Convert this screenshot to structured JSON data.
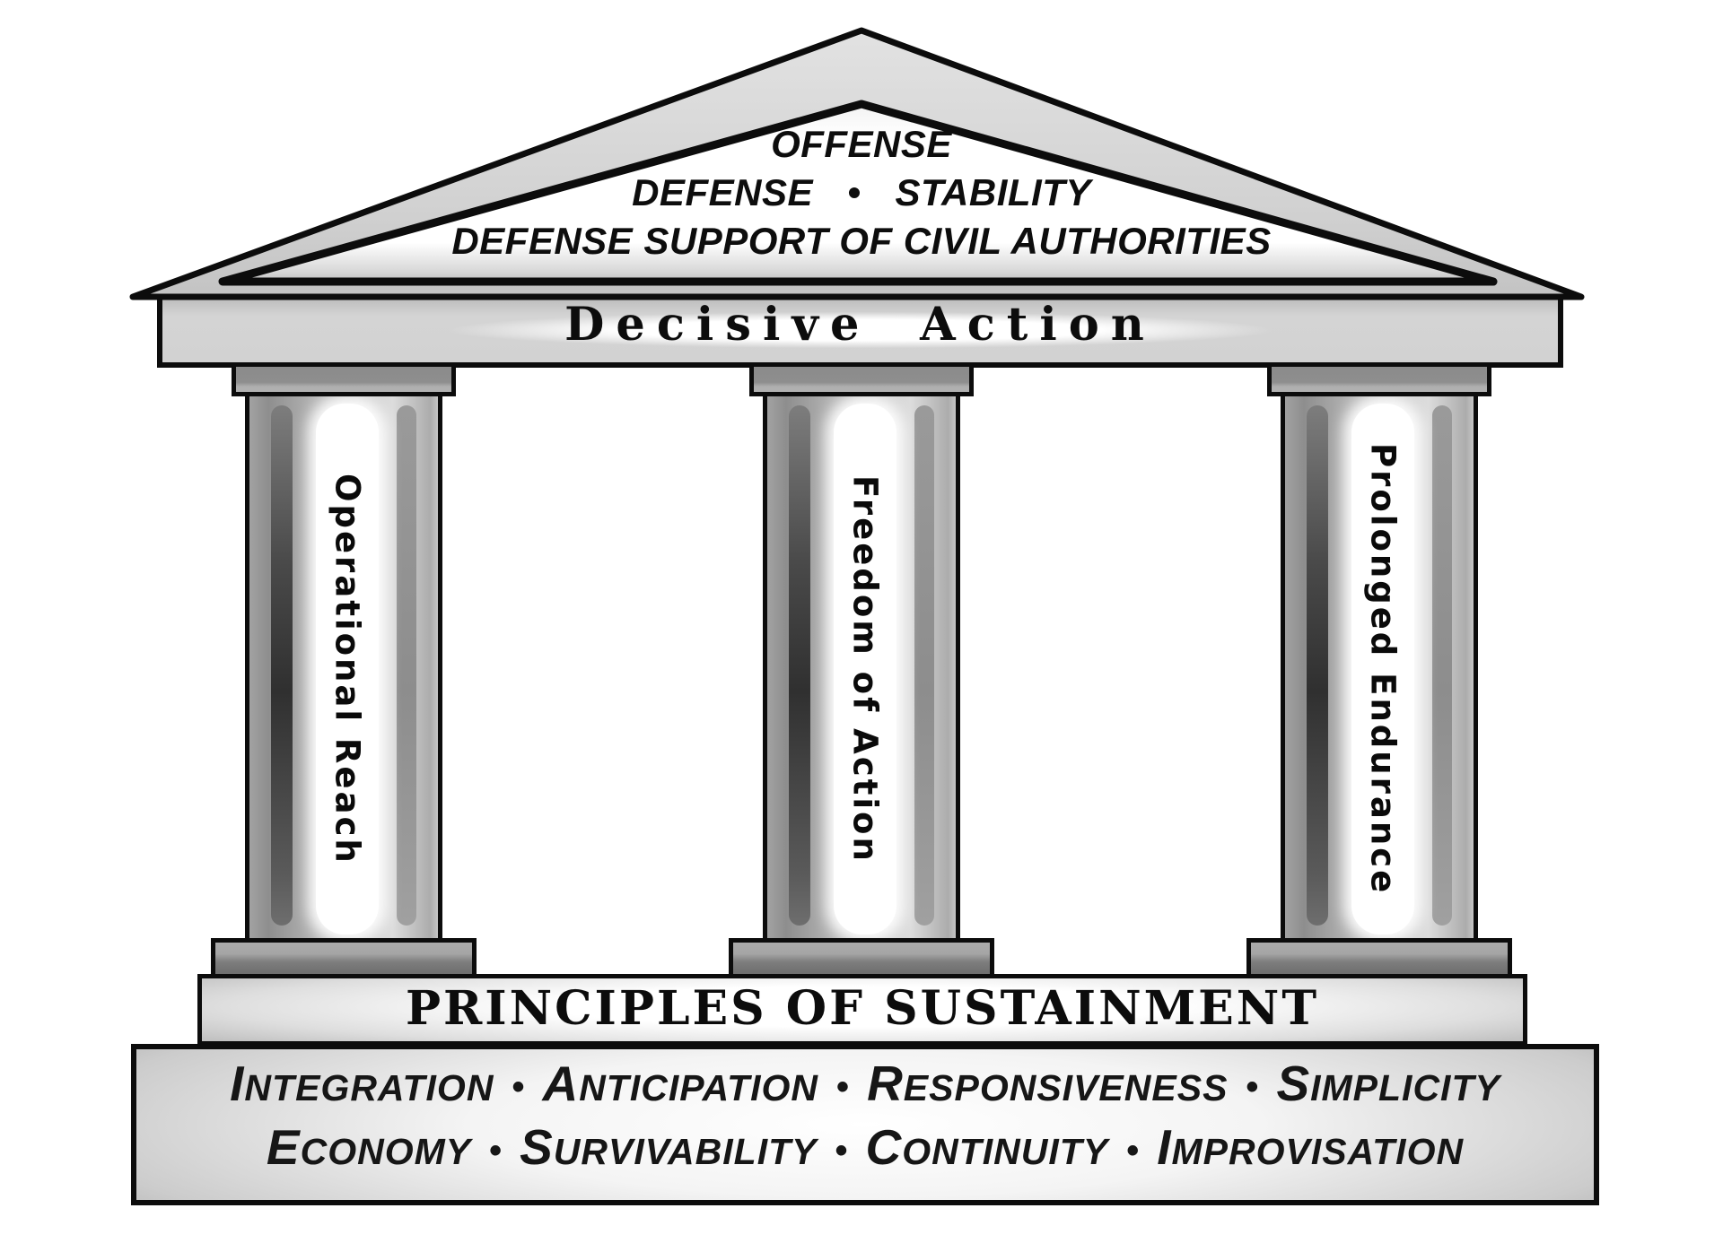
{
  "diagram_title": "Decisive Action / Principles of Sustainment temple diagram",
  "pediment": {
    "line1": "OFFENSE",
    "line2": "DEFENSE • STABILITY",
    "line3": "DEFENSE SUPPORT OF CIVIL AUTHORITIES"
  },
  "architrave": {
    "label": "Decisive Action"
  },
  "columns": [
    {
      "label": "Operational Reach"
    },
    {
      "label": "Freedom of Action"
    },
    {
      "label": "Prolonged Endurance"
    }
  ],
  "stylobate": {
    "label": "PRINCIPLES OF SUSTAINMENT"
  },
  "foundation": {
    "separator": "•",
    "rows": [
      [
        "Integration",
        "Anticipation",
        "Responsiveness",
        "Simplicity"
      ],
      [
        "Economy",
        "Survivability",
        "Continuity",
        "Improvisation"
      ]
    ]
  },
  "colors": {
    "background": "#ffffff",
    "outline": "#0c0c0c",
    "stone_light": "#d2d2d2",
    "capital_gray": "#8e8e8e",
    "plinth_gray": "#7d7d7d",
    "shaft_dark_stripe": "#303030",
    "text": "#0b0b0b",
    "band_white": "#ffffff"
  }
}
